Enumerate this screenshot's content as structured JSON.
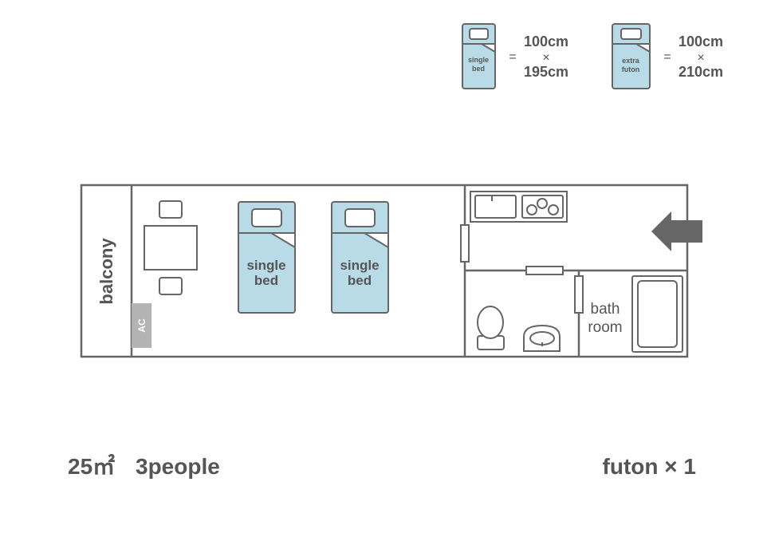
{
  "legend": {
    "single_bed": {
      "label_line1": "single",
      "label_line2": "bed",
      "eq": "=",
      "dim1": "100cm",
      "times": "×",
      "dim2": "195cm"
    },
    "extra_futon": {
      "label_line1": "extra",
      "label_line2": "futon",
      "eq": "=",
      "dim1": "100cm",
      "times": "×",
      "dim2": "210cm"
    }
  },
  "rooms": {
    "balcony": "balcony",
    "ac": "AC",
    "bed1_line1": "single",
    "bed1_line2": "bed",
    "bed2_line1": "single",
    "bed2_line2": "bed",
    "bath_line1": "bath",
    "bath_line2": "room"
  },
  "footer": {
    "area": "25㎡",
    "capacity": "3people",
    "futon": "futon × 1"
  },
  "colors": {
    "bed_fill": "#b9dbe8",
    "line": "#666666",
    "text": "#555555",
    "ac_fill": "#b3b3b3",
    "arrow": "#666666"
  }
}
